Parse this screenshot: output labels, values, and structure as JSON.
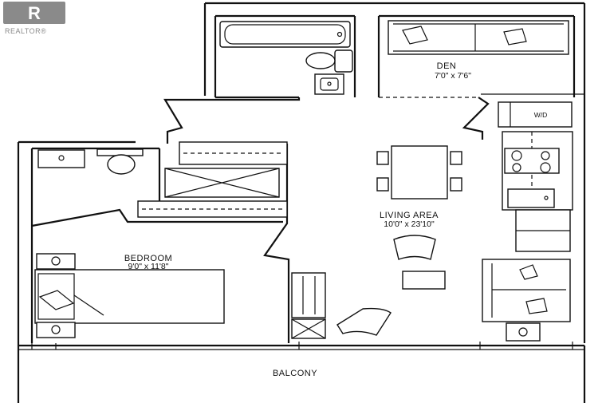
{
  "logo": {
    "text": "REALTOR®",
    "mark": "R"
  },
  "rooms": {
    "den": {
      "name": "DEN",
      "size": "7'0\" x 7'6\""
    },
    "living": {
      "name": "LIVING AREA",
      "size": "10'0\" x 23'10\""
    },
    "bedroom": {
      "name": "BEDROOM",
      "size": "9'0\" x 11'8\""
    },
    "balcony": {
      "name": "BALCONY"
    }
  },
  "fixtures": {
    "washer_dryer": "W/D"
  },
  "icons": [
    "realtor-logo-icon",
    "bathtub-icon",
    "toilet-icon",
    "sink-icon",
    "shower-icon",
    "bed-icon",
    "sofa-icon",
    "dining-table-icon",
    "armchair-icon",
    "stove-icon",
    "washer-dryer-icon"
  ]
}
